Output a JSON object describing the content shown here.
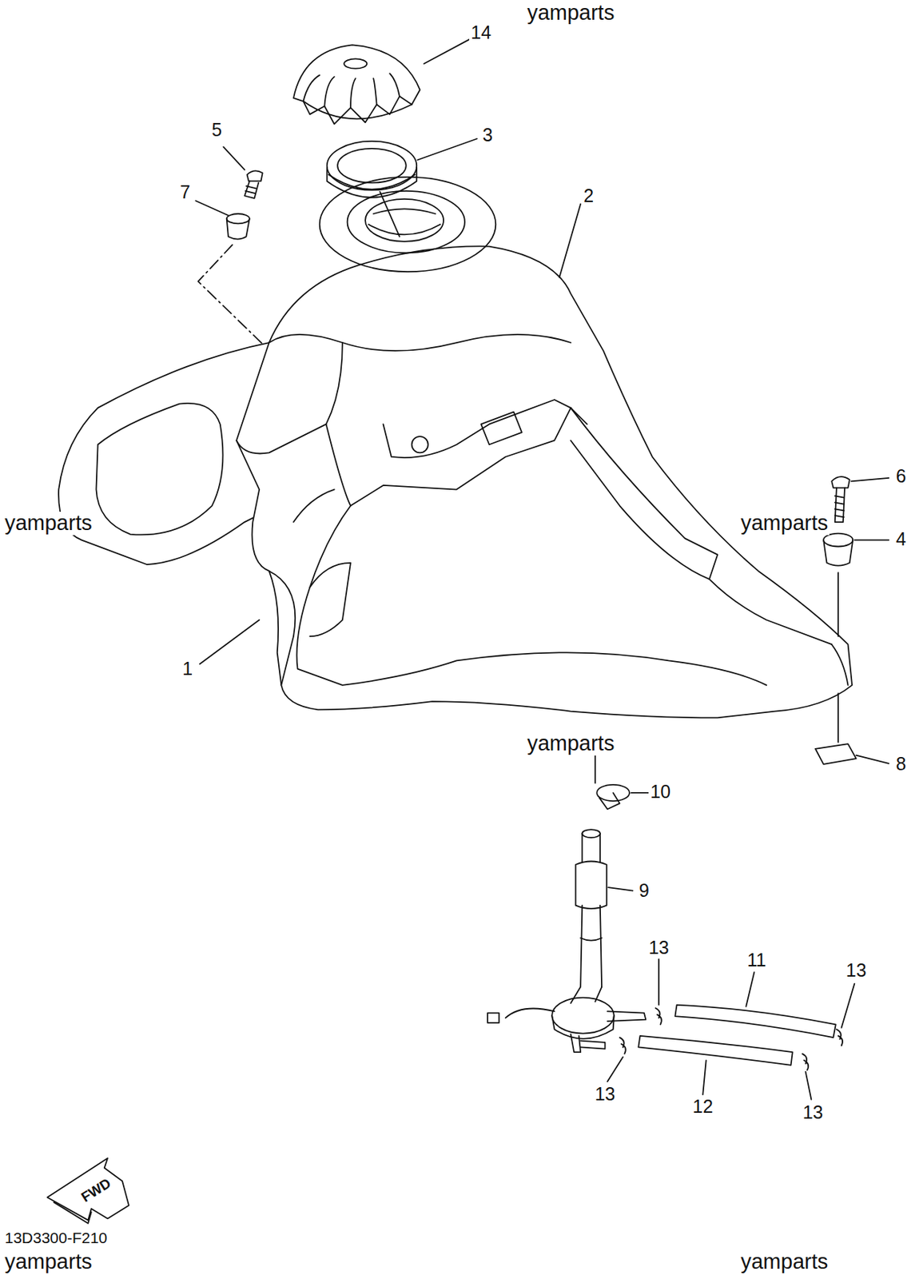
{
  "diagram": {
    "labels": [
      "yamparts",
      "14",
      "3",
      "5",
      "7",
      "2",
      "yamparts",
      "yamparts",
      "6",
      "4",
      "1",
      "yamparts",
      "8",
      "10",
      "9",
      "13",
      "11",
      "13",
      "13",
      "12",
      "13",
      "FWD",
      "13D3300-F210",
      "yamparts",
      "yamparts"
    ]
  }
}
